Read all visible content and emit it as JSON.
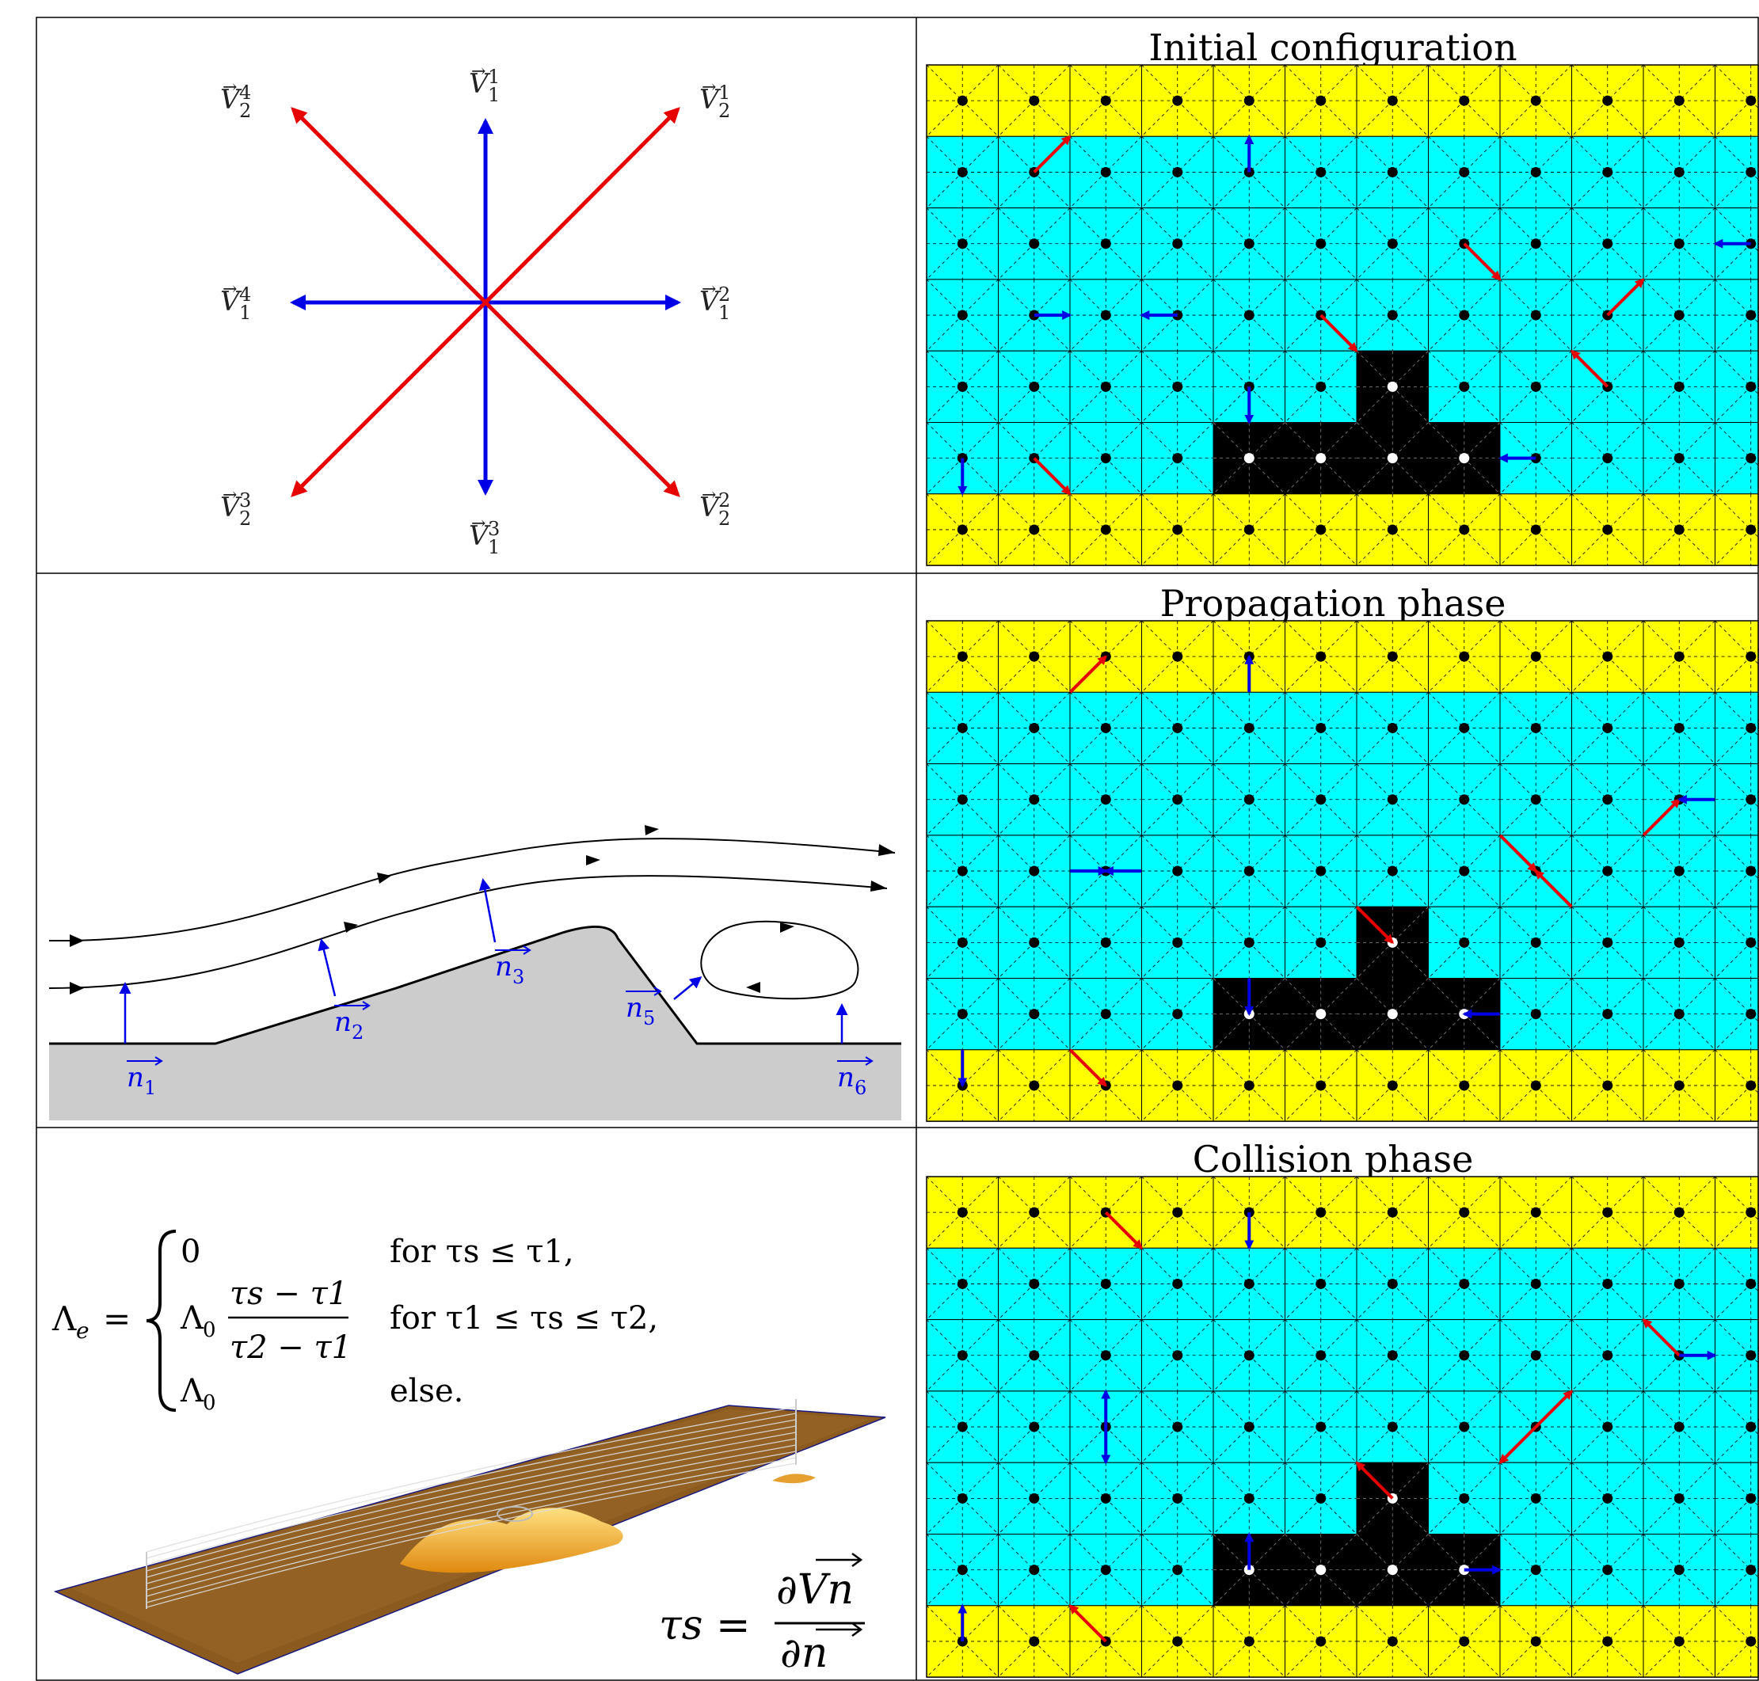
{
  "figure": {
    "panels": {
      "velocities": {
        "labels": [
          {
            "id": "v1-1",
            "base": "V",
            "sub": "1",
            "sup": "1"
          },
          {
            "id": "v1-2",
            "base": "V",
            "sub": "1",
            "sup": "2"
          },
          {
            "id": "v1-3",
            "base": "V",
            "sub": "1",
            "sup": "3"
          },
          {
            "id": "v1-4",
            "base": "V",
            "sub": "1",
            "sup": "4"
          },
          {
            "id": "v2-1",
            "base": "V",
            "sub": "2",
            "sup": "1"
          },
          {
            "id": "v2-2",
            "base": "V",
            "sub": "2",
            "sup": "2"
          },
          {
            "id": "v2-3",
            "base": "V",
            "sub": "2",
            "sup": "3"
          },
          {
            "id": "v2-4",
            "base": "V",
            "sub": "2",
            "sup": "4"
          }
        ],
        "colors": {
          "axial": "#0000e6",
          "diagonal": "#e60000"
        }
      },
      "flow_profile": {
        "normal_labels": [
          {
            "id": "n1",
            "base": "n",
            "sub": "1"
          },
          {
            "id": "n2",
            "base": "n",
            "sub": "2"
          },
          {
            "id": "n3",
            "base": "n",
            "sub": "3"
          },
          {
            "id": "n5",
            "base": "n",
            "sub": "5"
          },
          {
            "id": "n6",
            "base": "n",
            "sub": "6"
          }
        ],
        "ground_color": "#cccccc",
        "normal_color": "#0000e6"
      },
      "erosion_law": {
        "lhs": "Λ",
        "lhs_sub": "e",
        "cases": [
          {
            "value": "0",
            "condition": "for τ_s ≤ τ_1,"
          },
          {
            "value": "Λ0 (τs − τ1)/(τ2 − τ1)",
            "condition": "for τ_1 ≤ τ_s ≤ τ_2,"
          },
          {
            "value": "Λ0",
            "condition": "else."
          }
        ],
        "case0_value": "0",
        "case2_value": "Λ",
        "case2_sub": "0",
        "frac_prefix": "Λ",
        "frac_prefix_sub": "0",
        "frac_num": "τs − τ1",
        "frac_den": "τ2 − τ1",
        "cond0": "for τs ≤ τ1,",
        "cond1": "for τ1 ≤ τs ≤ τ2,",
        "cond2": "else.",
        "tau_lhs": "τs =",
        "tau_num": "∂Vn",
        "tau_den": "∂n"
      },
      "lattice_titles": [
        "Initial configuration",
        "Propagation phase",
        "Collision phase"
      ]
    },
    "colors": {
      "wall": "#ffff00",
      "fluid": "#00ffff",
      "solid": "#000000",
      "node": "#000000",
      "solid_node": "#ffffff"
    }
  }
}
